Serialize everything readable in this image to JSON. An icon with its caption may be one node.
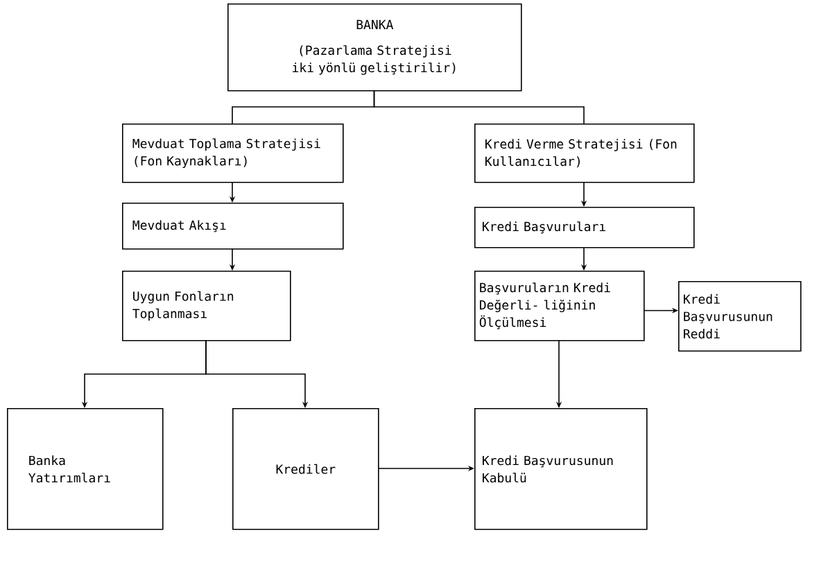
{
  "diagram": {
    "nodes": [
      {
        "text": [
          "BANKA",
          "(Pazarlama Stratejisi iki yönlü geliştirilir)"
        ]
      },
      {
        "text": [
          "Mevduat Toplama Stratejisi (Fon Kaynakları)"
        ]
      },
      {
        "text": [
          "Kredi Verme Stratejisi (Fon Kullanıcılar)"
        ]
      },
      {
        "text": [
          "Mevduat Akışı"
        ]
      },
      {
        "text": [
          "Kredi Başvuruları"
        ]
      },
      {
        "text": [
          "Uygun Fonların Toplanması"
        ]
      },
      {
        "text": [
          "Başvuruların Kredi Değerli- liğinin Ölçülmesi"
        ]
      },
      {
        "text": [
          "Kredi Başvurusunun Reddi"
        ]
      },
      {
        "text": [
          "Banka Yatırımları"
        ]
      },
      {
        "text": [
          "Krediler"
        ]
      },
      {
        "text": [
          "Kredi Başvurusunun Kabulü"
        ]
      }
    ],
    "edges": [
      {
        "from": 0,
        "to": 1,
        "arrow": "none"
      },
      {
        "from": 0,
        "to": 2,
        "arrow": "none"
      },
      {
        "from": 1,
        "to": 3,
        "arrow": "to"
      },
      {
        "from": 2,
        "to": 4,
        "arrow": "to"
      },
      {
        "from": 3,
        "to": 5,
        "arrow": "to"
      },
      {
        "from": 4,
        "to": 6,
        "arrow": "to"
      },
      {
        "from": 6,
        "to": 7,
        "arrow": "to"
      },
      {
        "from": 5,
        "to": 8,
        "arrow": "to"
      },
      {
        "from": 5,
        "to": 9,
        "arrow": "to"
      },
      {
        "from": 6,
        "to": 10,
        "arrow": "to"
      },
      {
        "from": 9,
        "to": 10,
        "arrow": "to"
      }
    ]
  }
}
